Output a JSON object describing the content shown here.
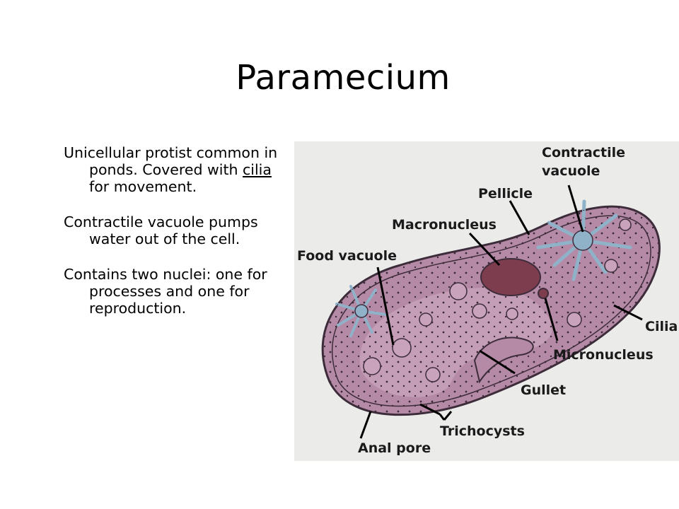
{
  "slide": {
    "title": "Paramecium"
  },
  "bullets": [
    {
      "before": "Unicellular protist common in ponds. Covered with ",
      "underlined": "cilia",
      "after": " for movement."
    },
    {
      "before": "Contractile vacuole pumps water out of the cell.",
      "underlined": "",
      "after": ""
    },
    {
      "before": "Contains two nuclei: one for processes and one for reproduction.",
      "underlined": "",
      "after": ""
    }
  ],
  "diagram": {
    "labels": {
      "contractile_vacuole_line1": "Contractile",
      "contractile_vacuole_line2": "vacuole",
      "pellicle": "Pellicle",
      "macronucleus": "Macronucleus",
      "food_vacuole": "Food vacuole",
      "cilia": "Cilia",
      "micronucleus": "Micronucleus",
      "gullet": "Gullet",
      "trichocysts": "Trichocysts",
      "anal_pore": "Anal pore"
    },
    "colors": {
      "background": "#ebebea",
      "cell_body": "#b58aa6",
      "cell_inner": "#c9a3bb",
      "outline": "#3d2c3a",
      "macronucleus": "#7d3d4e",
      "contractile_vacuole": "#8fb2c9"
    }
  }
}
